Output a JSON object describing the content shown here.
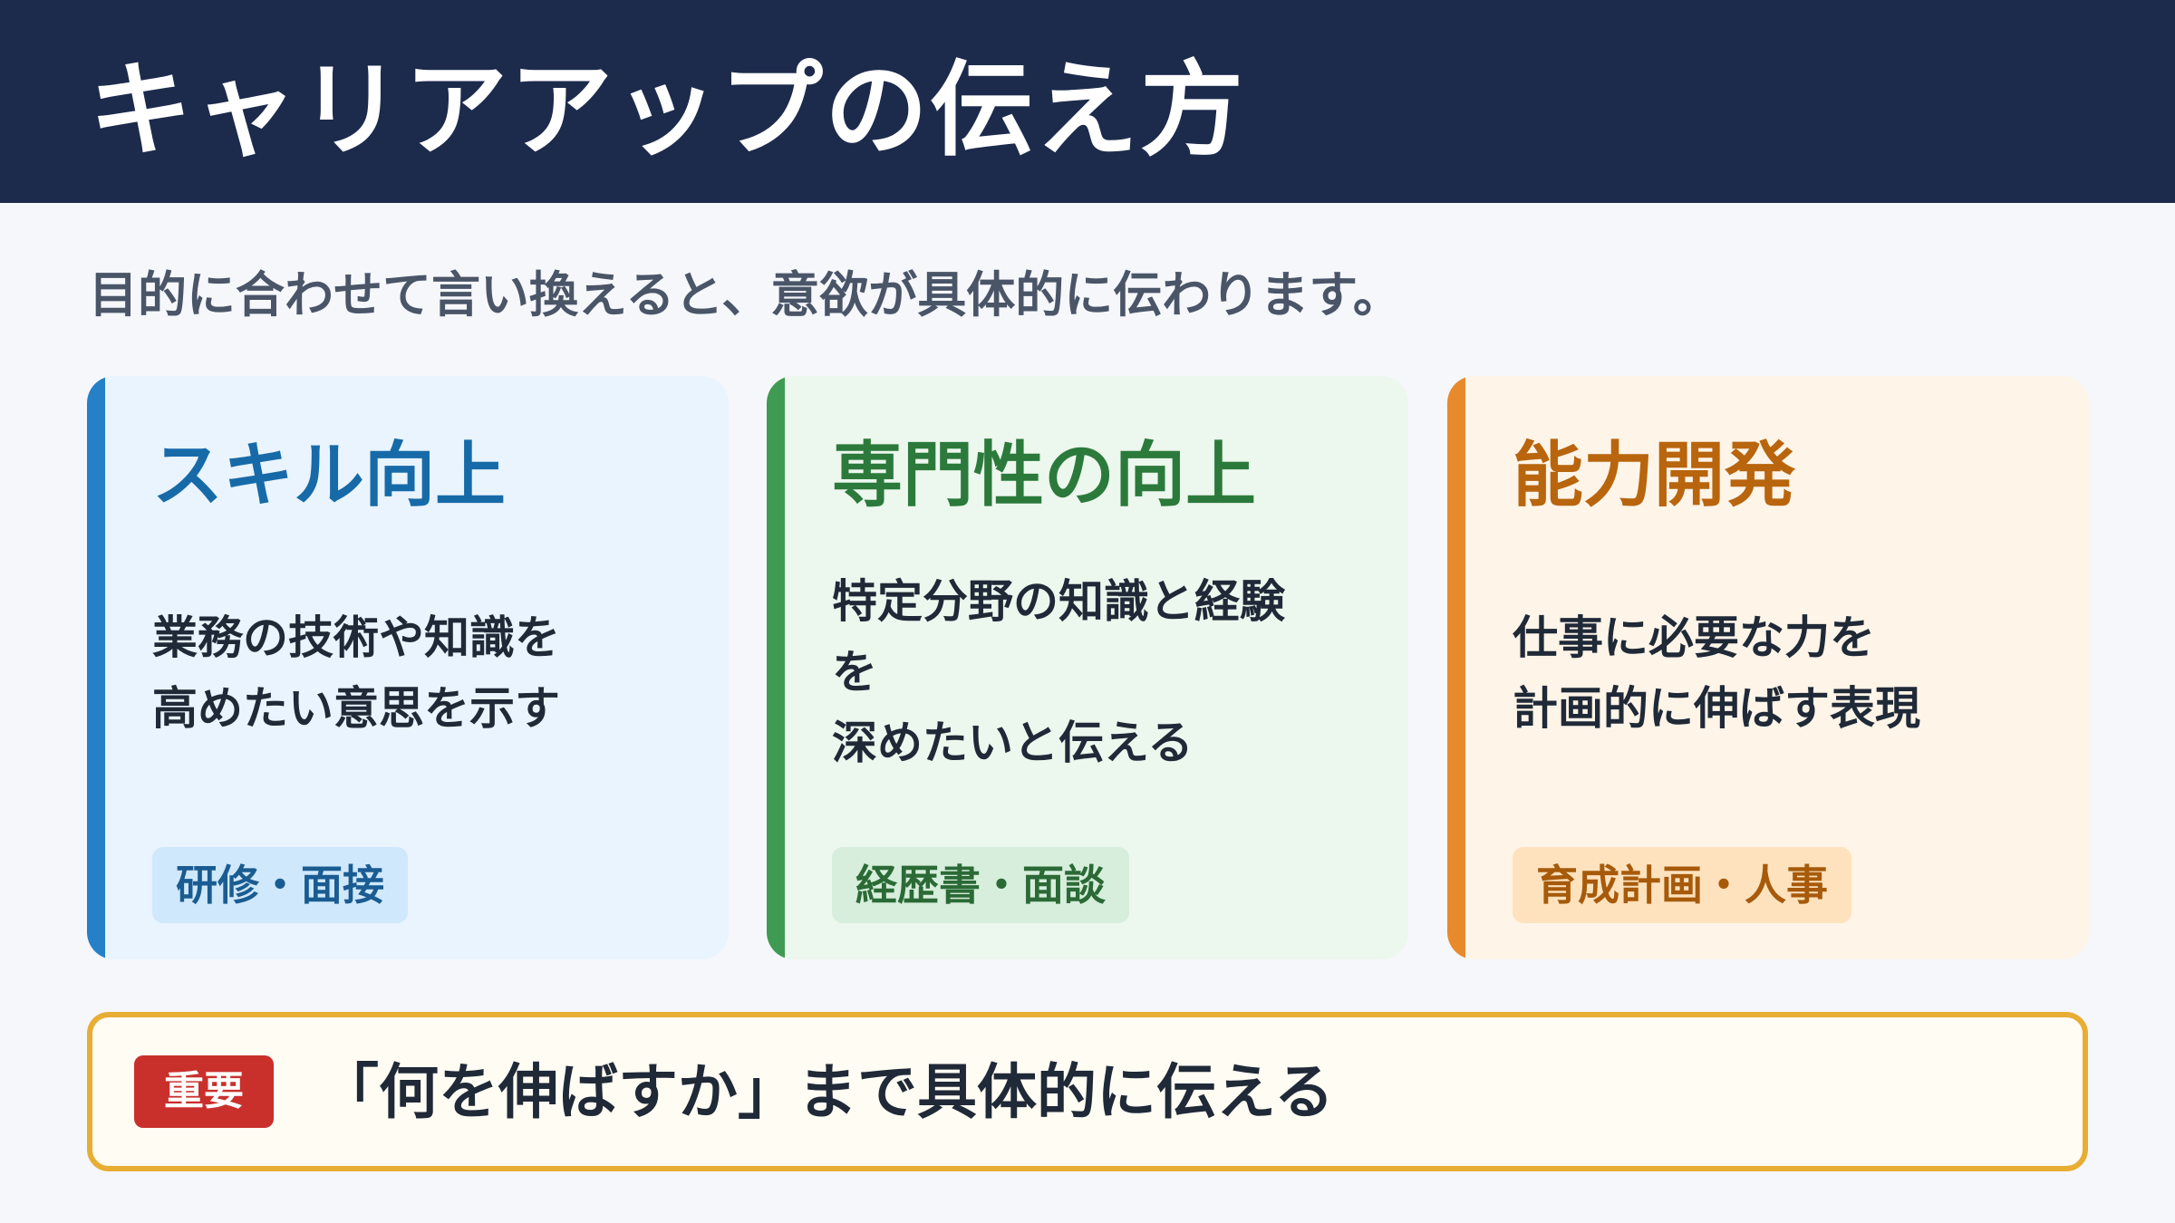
{
  "header": {
    "title": "キャリアアップの伝え方"
  },
  "subtitle": "目的に合わせて言い換えると、意欲が具体的に伝わります。",
  "cards": [
    {
      "title": "スキル向上",
      "body_lines": [
        "業務の技術や知識を",
        "高めたい意思を示す"
      ],
      "tag": "研修・面接",
      "accent": "#2580c8"
    },
    {
      "title": "専門性の向上",
      "body_lines": [
        "特定分野の知識と経験",
        "を",
        "深めたいと伝える"
      ],
      "tag": "経歴書・面談",
      "accent": "#3f9a52"
    },
    {
      "title": "能力開発",
      "body_lines": [
        "仕事に必要な力を",
        "計画的に伸ばす表現"
      ],
      "tag": "育成計画・人事",
      "accent": "#e88a2c"
    }
  ],
  "callout": {
    "badge": "重要",
    "text": "「何を伸ばすか」まで具体的に伝える",
    "border_color": "#e8ad33",
    "badge_color": "#c9302c"
  }
}
